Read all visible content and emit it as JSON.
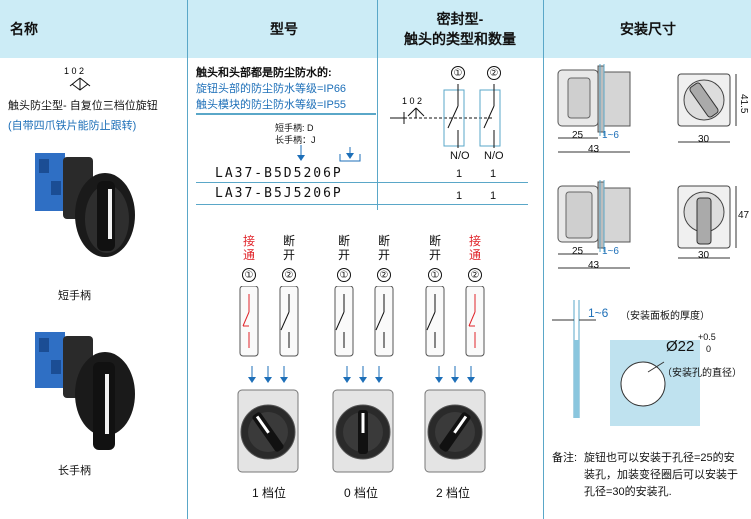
{
  "header": {
    "col1": "名称",
    "col2": "型号",
    "col3_line1": "密封型-",
    "col3_line2": "触头的类型和数量",
    "col4": "安装尺寸"
  },
  "name_col": {
    "symbol_digits": "1 0 2",
    "title": "触头防尘型- 自复位三档位旋钮",
    "subtitle": "(自带四爪铁片能防止跟转)",
    "short_label": "短手柄",
    "long_label": "长手柄"
  },
  "model_col": {
    "line1": "触头和头部都是防尘防水的:",
    "line2": "旋钮头部的防尘防水等级=IP66",
    "line3": "触头模块的防尘防水等级=IP55",
    "short_code": "短手柄: D",
    "long_code": "长手柄：J",
    "models": [
      "LA37-B5D5206P",
      "LA37-B5J5206P"
    ]
  },
  "contact_col": {
    "num1": "①",
    "num2": "②",
    "symbol_digits": "1 0 2",
    "no1": "N/O",
    "no2": "N/O",
    "counts": [
      [
        "1",
        "1"
      ],
      [
        "1",
        "1"
      ]
    ]
  },
  "positions": {
    "labels_top": [
      {
        "a": "接",
        "b": "通",
        "color": "#e0242a"
      },
      {
        "a": "断",
        "b": "开",
        "color": "#111111"
      },
      {
        "a": "断",
        "b": "开",
        "color": "#111111"
      },
      {
        "a": "断",
        "b": "开",
        "color": "#111111"
      },
      {
        "a": "断",
        "b": "开",
        "color": "#111111"
      },
      {
        "a": "接",
        "b": "通",
        "color": "#e0242a"
      }
    ],
    "nums": [
      "①",
      "②",
      "①",
      "②",
      "①",
      "②"
    ],
    "bottom": [
      "1 档位",
      "0 档位",
      "2 档位"
    ]
  },
  "dims": {
    "d25a": "25",
    "d16a": "1~6",
    "d43a": "43",
    "d415": "41.5",
    "d30a": "30",
    "d25b": "25",
    "d16b": "1~6",
    "d43b": "43",
    "d47": "47",
    "d30b": "30",
    "panel_label": "1~6",
    "panel_note": "（安装面板的厚度）",
    "hole_dia": "Ø22",
    "tol_plus": "+0.5",
    "tol_zero": "0",
    "hole_note": "（安装孔的直径）",
    "note_head": "备注:",
    "note_l1": "旋钮也可以安装于孔径=25的安",
    "note_l2": "装孔，加装变径圈后可以安装于",
    "note_l3": "孔径=30的安装孔."
  },
  "colors": {
    "header_bg": "#ccecf6",
    "blue": "#1d6fb8",
    "red": "#e0242a",
    "line": "#5aa7c8"
  }
}
